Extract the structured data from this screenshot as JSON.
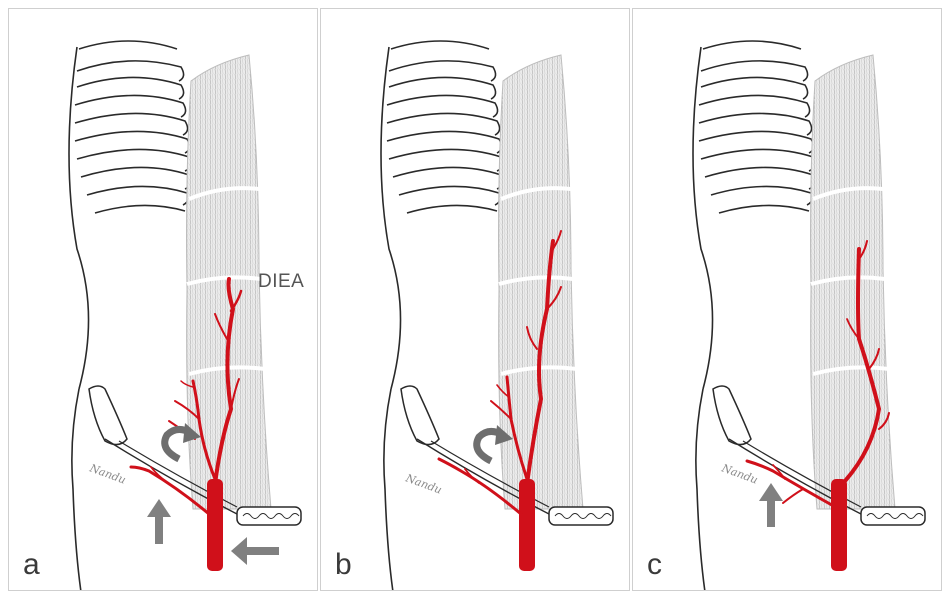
{
  "panels": [
    {
      "letter": "a",
      "vessel_label": "DIEA",
      "signature": "Nandu"
    },
    {
      "letter": "b",
      "signature": "Nandu"
    },
    {
      "letter": "c",
      "signature": "Nandu"
    }
  ],
  "colors": {
    "artery": "#d0101a",
    "arrow": "#808080",
    "outline": "#2a2a2a",
    "muscle": "#c9c9c9",
    "panel_border": "#cfcfcf"
  },
  "icons": {
    "straight_arrow": "up-arrow-icon",
    "left_arrow": "left-arrow-icon",
    "curved_arrow": "curved-arrow-icon"
  }
}
